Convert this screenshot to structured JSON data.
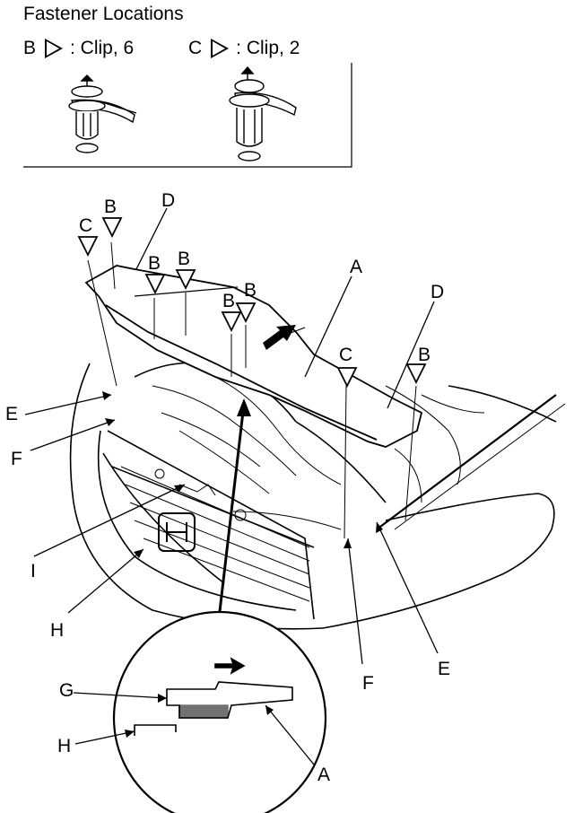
{
  "header": {
    "title": "Fastener Locations"
  },
  "legend": [
    {
      "letter": "B",
      "text": ": Clip, 6"
    },
    {
      "letter": "C",
      "text": ": Clip, 2"
    }
  ],
  "labels": {
    "A": "A",
    "B": "B",
    "C": "C",
    "D": "D",
    "E": "E",
    "F": "F",
    "G": "G",
    "H": "H",
    "I": "I"
  }
}
